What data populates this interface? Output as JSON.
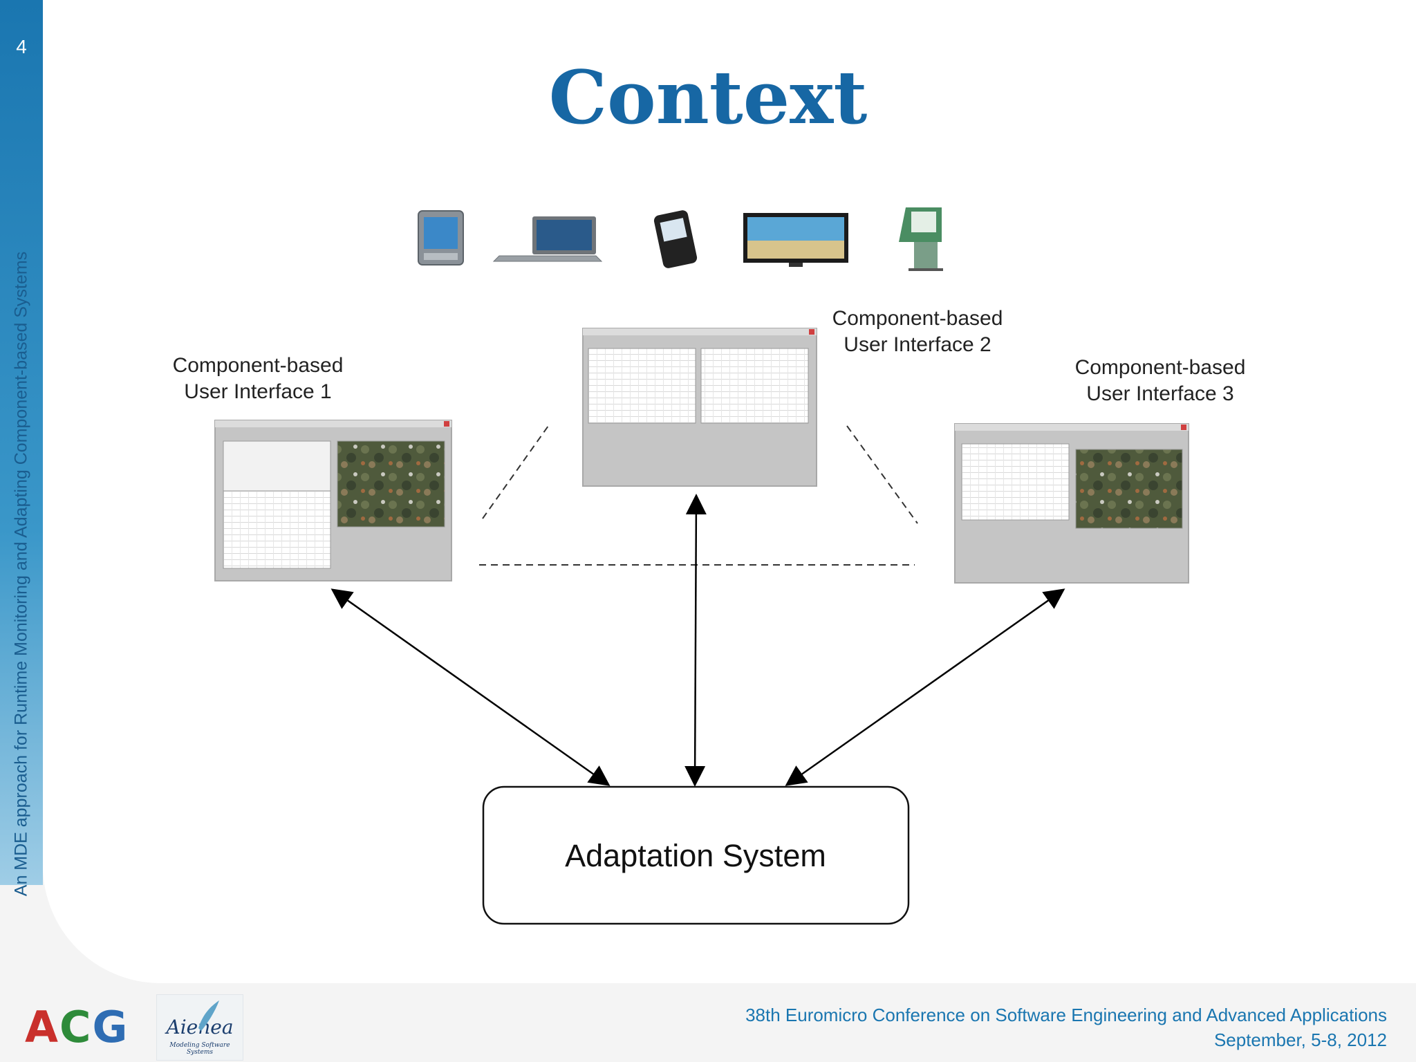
{
  "slide": {
    "page_number": "4",
    "title": "Context",
    "sidebar_title": "An MDE approach for Runtime Monitoring and Adapting Component-based Systems"
  },
  "diagram": {
    "devices": [
      "pda-icon",
      "laptop-icon",
      "mobile-phone-icon",
      "tv-screen-icon",
      "kiosk-icon"
    ],
    "ui1": {
      "line1": "Component-based",
      "line2": "User Interface 1"
    },
    "ui2": {
      "line1": "Component-based",
      "line2": "User Interface 2"
    },
    "ui3": {
      "line1": "Component-based",
      "line2": "User Interface 3"
    },
    "adaptation_system": "Adaptation System"
  },
  "footer": {
    "conference": "38th Euromicro Conference on Software Engineering and Advanced Applications",
    "date": "September, 5-8, 2012",
    "logo_acg": "ACG",
    "logo_aienea": "Aienea",
    "logo_aienea_sub": "Modeling Software Systems"
  },
  "colors": {
    "accent": "#1767a4",
    "sidebar": "#1a76b0",
    "acg_red": "#c9302c",
    "acg_green": "#2e8b3a",
    "acg_blue": "#2f6db3"
  }
}
